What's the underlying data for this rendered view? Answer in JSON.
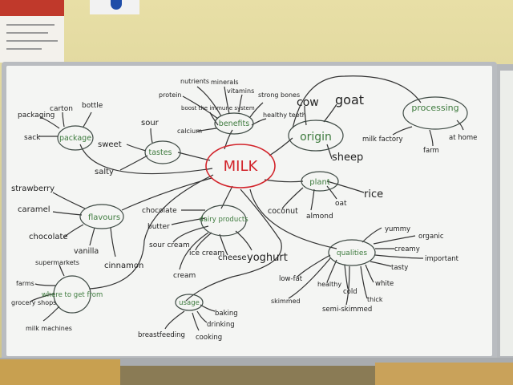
{
  "center": "MILK",
  "nodes": {
    "package": "package",
    "tastes": "tastes",
    "benefits": "benefits",
    "origin": "origin",
    "processing": "processing",
    "plant": "plant",
    "flavours": "flavours",
    "dairy_products": "dairy products",
    "where_to_get_from": "where to get from",
    "usage": "usage",
    "qualities": "qualities"
  },
  "leaves": {
    "package": [
      "packaging",
      "carton",
      "bottle",
      "sack"
    ],
    "tastes": [
      "sour",
      "sweet",
      "salty"
    ],
    "benefits": [
      "nutrients",
      "minerals",
      "vitamins",
      "protein",
      "boost the immune system",
      "strong bones",
      "healthy teeth",
      "calcium"
    ],
    "origin": [
      "cow",
      "goat",
      "sheep"
    ],
    "processing": [
      "milk factory",
      "farm",
      "at home"
    ],
    "plant": [
      "coconut",
      "almond",
      "oat",
      "rice"
    ],
    "flavours": [
      "strawberry",
      "caramel",
      "chocolate",
      "vanilla",
      "cinnamon"
    ],
    "dairy_products": [
      "chocolate",
      "butter",
      "sour cream",
      "ice cream",
      "cheese",
      "yoghurt",
      "cream"
    ],
    "where_to_get_from": [
      "supermarkets",
      "farms",
      "grocery shops",
      "milk machines"
    ],
    "usage": [
      "baking",
      "drinking",
      "breastfeeding",
      "cooking"
    ],
    "qualities": [
      "yummy",
      "organic",
      "creamy",
      "important",
      "tasty",
      "white",
      "thick",
      "low-fat",
      "healthy",
      "cold",
      "semi-skimmed",
      "skimmed"
    ]
  }
}
